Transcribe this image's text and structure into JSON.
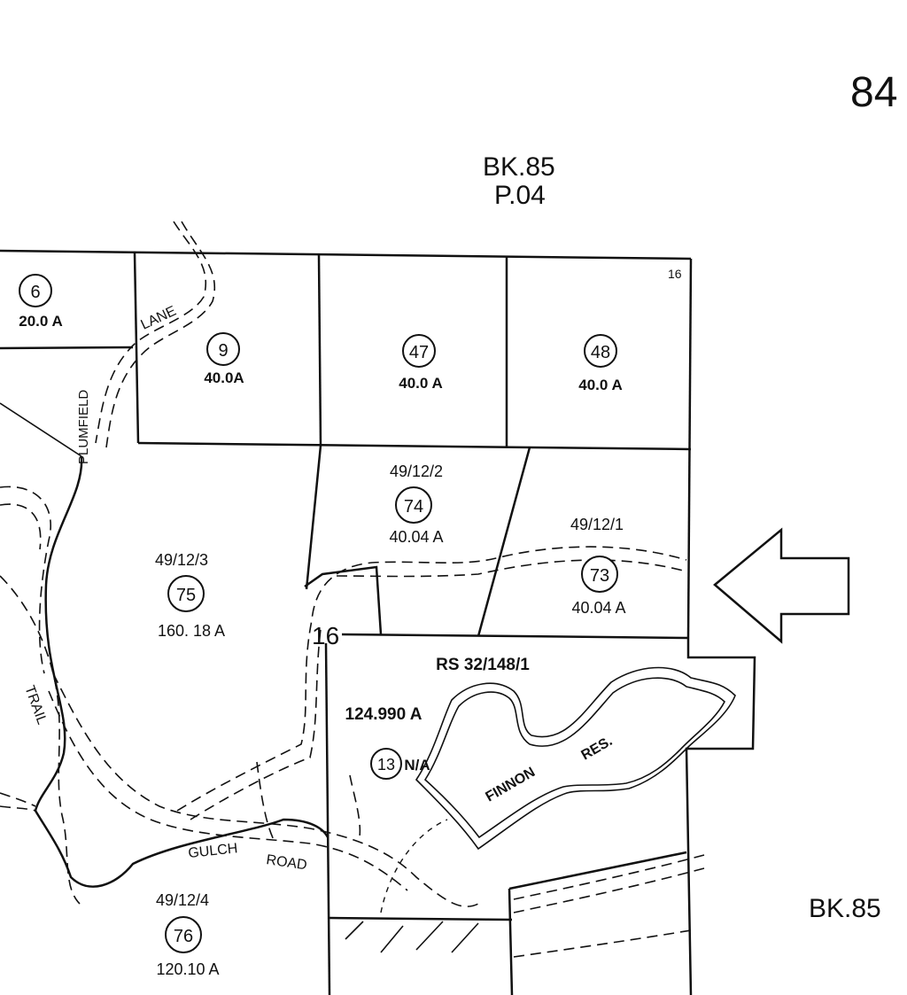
{
  "page_number": "84",
  "header": {
    "book": "BK.85",
    "page": "P.04"
  },
  "corner_number": "16",
  "section_number": "16",
  "footer_book": "BK.85",
  "parcels": [
    {
      "number": "6",
      "area": "20.0 A"
    },
    {
      "number": "9",
      "area": "40.0A"
    },
    {
      "number": "47",
      "area": "40.0 A"
    },
    {
      "number": "48",
      "area": "40.0 A"
    },
    {
      "number": "74",
      "area": "40.04 A",
      "ref": "49/12/2"
    },
    {
      "number": "73",
      "area": "40.04 A",
      "ref": "49/12/1"
    },
    {
      "number": "75",
      "area": "160. 18 A",
      "ref": "49/12/3"
    },
    {
      "number": "76",
      "area": "120.10 A",
      "ref": "49/12/4"
    },
    {
      "number": "13",
      "area": "124.990 A",
      "ref": "RS 32/148/1",
      "note": "N/A"
    }
  ],
  "roads": {
    "lane_word": "LANE",
    "plumfield": "PLUMFIELD",
    "trail": "TRAIL",
    "gulch": "GULCH",
    "road": "ROAD"
  },
  "reservoir": {
    "name1": "FINNON",
    "name2": "RES."
  },
  "arrow": {
    "direction": "left"
  }
}
